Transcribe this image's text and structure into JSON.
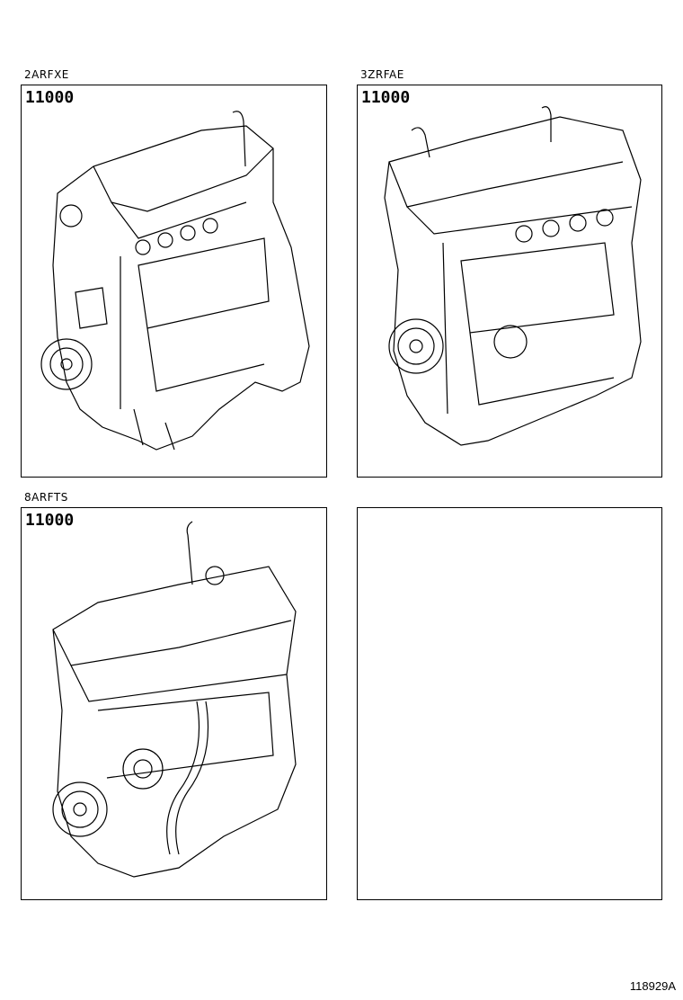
{
  "panels": [
    {
      "engine_code": "2ARFXE",
      "part_number": "11000",
      "has_drawing": true,
      "drawing": "engine-assembly-2ARFXE"
    },
    {
      "engine_code": "3ZRFAE",
      "part_number": "11000",
      "has_drawing": true,
      "drawing": "engine-assembly-3ZRFAE"
    },
    {
      "engine_code": "8ARFTS",
      "part_number": "11000",
      "has_drawing": true,
      "drawing": "engine-assembly-8ARFTS"
    },
    {
      "engine_code": "",
      "part_number": "",
      "has_drawing": false
    }
  ],
  "footer": {
    "illustration_ref": "118929A"
  }
}
